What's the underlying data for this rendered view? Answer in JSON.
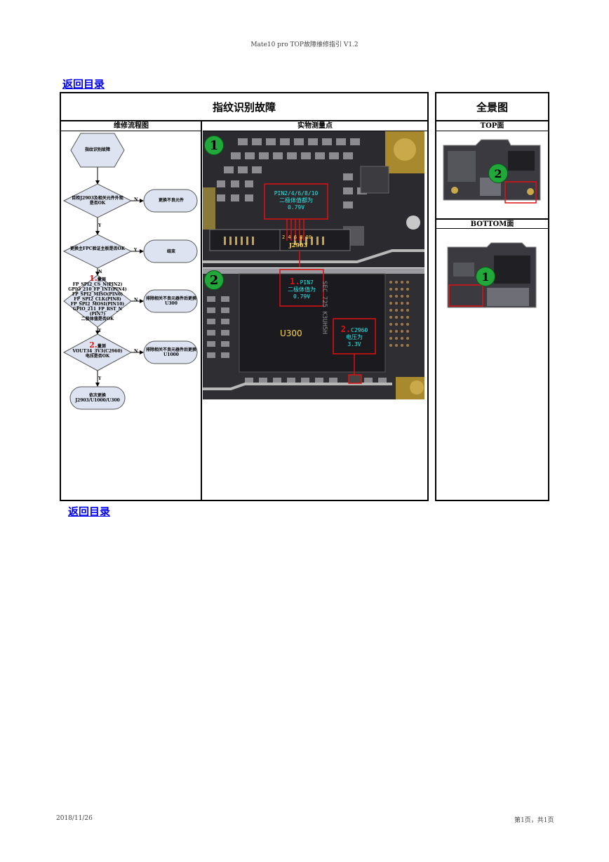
{
  "header": {
    "title": "Mate10 pro TOP故障维修指引 V1.2"
  },
  "nav": {
    "back_top": "返回目录",
    "back_bottom": "返回目录"
  },
  "main_table": {
    "title": "指纹识别故障",
    "col_flow": "维修流程图",
    "col_photo": "实物测量点"
  },
  "overview": {
    "title": "全景图",
    "top_label": "TOP面",
    "bottom_label": "BOTTOM面",
    "top_marker": "2",
    "bottom_marker": "1"
  },
  "flowchart": {
    "start": "指纹识别故障",
    "d1": "目检J2903及相关元件外观是否OK",
    "d1_no_action": "更换不良元件",
    "d2": "更换主FPC验证主板是否OK",
    "d2_yes_action": "结束",
    "d3_num": "1.",
    "d3_title": "量测",
    "d3_lines": [
      "FP_SPI2_CS_N(PIN2)",
      "GPIO_210_FP_INT(PIN4)",
      "FP_SPI2_MISO(PIN6)",
      "FP_SPI2_CLK(PIN8)",
      "FP_SPI2_MOSI(PIN10)",
      "GPIO_211_FP_RST_N",
      "(PIN7)",
      "二极体值是否OK"
    ],
    "d3_no_action": "排除相关不良元器件后更换U300",
    "d4_num": "2.",
    "d4_title": "量测",
    "d4_lines": [
      "VOUT34_3V3(C2960)",
      "电压是否OK"
    ],
    "d4_no_action": "排除相关不良元器件后更换U1000",
    "end": "依次更换J2903/U1000/U300",
    "y": "Y",
    "n": "N"
  },
  "photo": {
    "marker1": "1",
    "marker2": "2",
    "callout1": [
      "PIN2/4/6/8/10",
      "二极体值都为",
      "0.79V"
    ],
    "connector_label": "J2903",
    "pins_label": "2 4 6 8 10",
    "callout2_num": "1.",
    "callout2": [
      "PIN7",
      "二极体值为",
      "0.79V"
    ],
    "chip_label": "U300",
    "chip_marking": "SEC 725 K3UH5H",
    "callout3_num": "2.",
    "callout3": [
      "C2960",
      "电压为",
      "3.3V"
    ]
  },
  "footer": {
    "date": "2018/11/26",
    "page": "第1页，共1页"
  },
  "colors": {
    "marker_green": "#22a83a",
    "callout_red": "#e01010",
    "callout_text": "#22e0e0",
    "link_blue": "#0000ee",
    "pcb_dark": "#1b1b1f"
  }
}
